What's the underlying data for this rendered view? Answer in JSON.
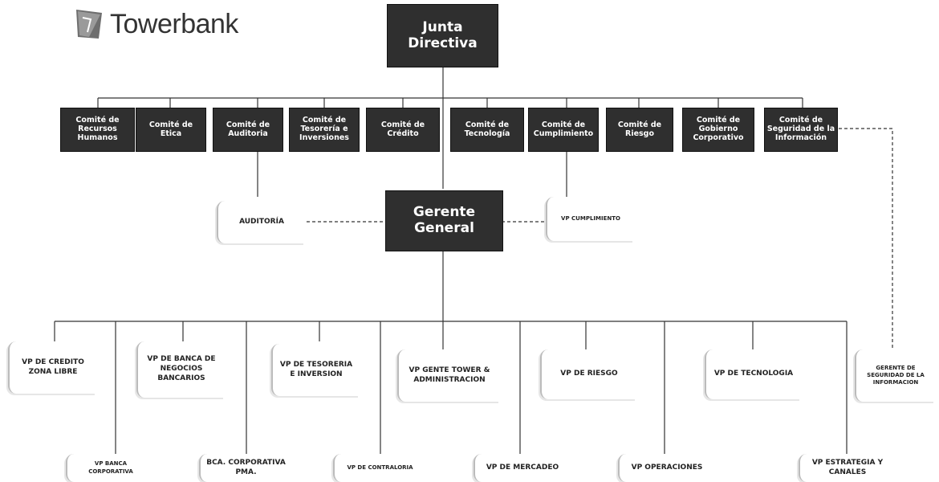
{
  "brand": {
    "name": "Towerbank"
  },
  "top": {
    "board": "Junta Directiva",
    "ceo": "Gerente General"
  },
  "committees": [
    "Comité de Recursos Humanos",
    "Comité de Etica",
    "Comité de Auditoria",
    "Comité de Tesorería e Inversiones",
    "Comité de Crédito",
    "Comité de Tecnología",
    "Comité de Cumplimiento",
    "Comité de Riesgo",
    "Comité de Gobierno Corporativo",
    "Comité de Seguridad de la Información"
  ],
  "side": {
    "audit": "AUDITORÍA",
    "compliance": "VP CUMPLIMIENTO"
  },
  "vp_row1": [
    "VP DE CREDITO ZONA LIBRE",
    "VP DE BANCA DE NEGOCIOS BANCARIOS",
    "VP DE TESORERIA E INVERSION",
    "VP GENTE TOWER & ADMINISTRACION",
    "VP DE RIESGO",
    "VP DE TECNOLOGIA"
  ],
  "vp_row2": [
    "VP BANCA CORPORATIVA",
    "BCA. CORPORATIVA PMA.",
    "VP DE CONTRALORIA",
    "VP DE MERCADEO",
    "VP OPERACIONES",
    "VP ESTRATEGIA Y CANALES"
  ],
  "security_manager": "GERENTE DE SEGURIDAD DE LA INFORMACION",
  "colors": {
    "box_dark": "#2f2f2f",
    "line": "#333333",
    "text_light": "#ffffff"
  }
}
